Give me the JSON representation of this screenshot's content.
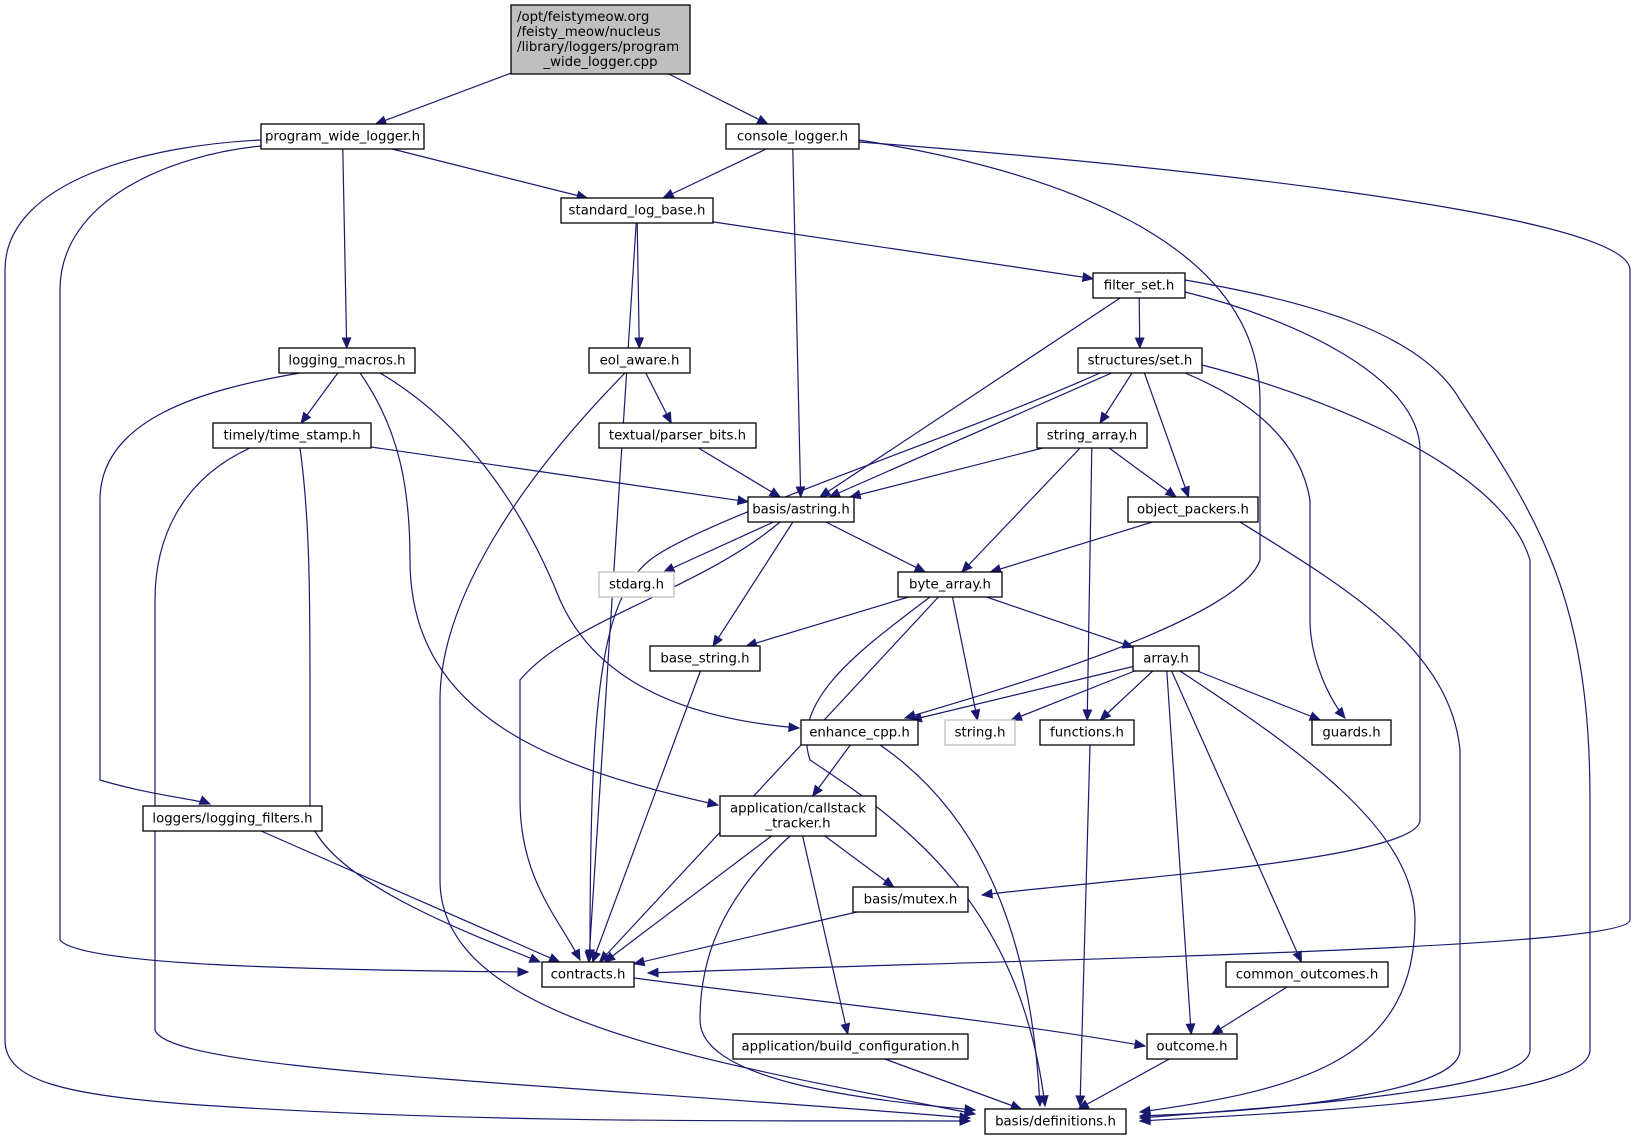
{
  "diagram": {
    "title": "Include dependency graph for program_wide_logger.cpp",
    "colors": {
      "edge": "#191970",
      "root_fill": "#bfbfbf",
      "system_border": "#bfbfbf",
      "node_border": "#000000"
    },
    "nodes": [
      {
        "id": "root",
        "lines": [
          "/opt/feistymeow.org",
          "/feisty_meow/nucleus",
          "/library/loggers/program",
          "_wide_logger.cpp"
        ],
        "kind": "root"
      },
      {
        "id": "program_wide_logger",
        "lines": [
          "program_wide_logger.h"
        ],
        "kind": "header"
      },
      {
        "id": "console_logger",
        "lines": [
          "console_logger.h"
        ],
        "kind": "header"
      },
      {
        "id": "standard_log_base",
        "lines": [
          "standard_log_base.h"
        ],
        "kind": "header"
      },
      {
        "id": "filter_set",
        "lines": [
          "filter_set.h"
        ],
        "kind": "header"
      },
      {
        "id": "logging_macros",
        "lines": [
          "logging_macros.h"
        ],
        "kind": "header"
      },
      {
        "id": "eol_aware",
        "lines": [
          "eol_aware.h"
        ],
        "kind": "header"
      },
      {
        "id": "structures_set",
        "lines": [
          "structures/set.h"
        ],
        "kind": "header"
      },
      {
        "id": "time_stamp",
        "lines": [
          "timely/time_stamp.h"
        ],
        "kind": "header"
      },
      {
        "id": "parser_bits",
        "lines": [
          "textual/parser_bits.h"
        ],
        "kind": "header"
      },
      {
        "id": "string_array",
        "lines": [
          "string_array.h"
        ],
        "kind": "header"
      },
      {
        "id": "astring",
        "lines": [
          "basis/astring.h"
        ],
        "kind": "header"
      },
      {
        "id": "object_packers",
        "lines": [
          "object_packers.h"
        ],
        "kind": "header"
      },
      {
        "id": "stdarg",
        "lines": [
          "stdarg.h"
        ],
        "kind": "system"
      },
      {
        "id": "byte_array",
        "lines": [
          "byte_array.h"
        ],
        "kind": "header"
      },
      {
        "id": "base_string",
        "lines": [
          "base_string.h"
        ],
        "kind": "header"
      },
      {
        "id": "array",
        "lines": [
          "array.h"
        ],
        "kind": "header"
      },
      {
        "id": "enhance_cpp",
        "lines": [
          "enhance_cpp.h"
        ],
        "kind": "header"
      },
      {
        "id": "string_h",
        "lines": [
          "string.h"
        ],
        "kind": "system"
      },
      {
        "id": "functions",
        "lines": [
          "functions.h"
        ],
        "kind": "header"
      },
      {
        "id": "guards",
        "lines": [
          "guards.h"
        ],
        "kind": "header"
      },
      {
        "id": "logging_filters",
        "lines": [
          "loggers/logging_filters.h"
        ],
        "kind": "header"
      },
      {
        "id": "callstack_tracker",
        "lines": [
          "application/callstack",
          "_tracker.h"
        ],
        "kind": "header"
      },
      {
        "id": "mutex",
        "lines": [
          "basis/mutex.h"
        ],
        "kind": "header"
      },
      {
        "id": "contracts",
        "lines": [
          "contracts.h"
        ],
        "kind": "header"
      },
      {
        "id": "common_outcomes",
        "lines": [
          "common_outcomes.h"
        ],
        "kind": "header"
      },
      {
        "id": "build_configuration",
        "lines": [
          "application/build_configuration.h"
        ],
        "kind": "header"
      },
      {
        "id": "outcome",
        "lines": [
          "outcome.h"
        ],
        "kind": "header"
      },
      {
        "id": "definitions",
        "lines": [
          "basis/definitions.h"
        ],
        "kind": "header"
      }
    ],
    "edges": [
      [
        "root",
        "program_wide_logger"
      ],
      [
        "root",
        "console_logger"
      ],
      [
        "program_wide_logger",
        "standard_log_base"
      ],
      [
        "program_wide_logger",
        "logging_macros"
      ],
      [
        "program_wide_logger",
        "contracts"
      ],
      [
        "program_wide_logger",
        "definitions"
      ],
      [
        "console_logger",
        "standard_log_base"
      ],
      [
        "console_logger",
        "astring"
      ],
      [
        "console_logger",
        "enhance_cpp"
      ],
      [
        "console_logger",
        "contracts"
      ],
      [
        "standard_log_base",
        "filter_set"
      ],
      [
        "standard_log_base",
        "eol_aware"
      ],
      [
        "standard_log_base",
        "contracts"
      ],
      [
        "filter_set",
        "structures_set"
      ],
      [
        "filter_set",
        "astring"
      ],
      [
        "filter_set",
        "mutex"
      ],
      [
        "filter_set",
        "definitions"
      ],
      [
        "logging_macros",
        "time_stamp"
      ],
      [
        "logging_macros",
        "logging_filters"
      ],
      [
        "logging_macros",
        "callstack_tracker"
      ],
      [
        "logging_macros",
        "enhance_cpp"
      ],
      [
        "eol_aware",
        "parser_bits"
      ],
      [
        "eol_aware",
        "definitions"
      ],
      [
        "structures_set",
        "string_array"
      ],
      [
        "structures_set",
        "astring"
      ],
      [
        "structures_set",
        "object_packers"
      ],
      [
        "structures_set",
        "guards"
      ],
      [
        "structures_set",
        "contracts"
      ],
      [
        "structures_set",
        "definitions"
      ],
      [
        "time_stamp",
        "astring"
      ],
      [
        "time_stamp",
        "contracts"
      ],
      [
        "time_stamp",
        "definitions"
      ],
      [
        "parser_bits",
        "astring"
      ],
      [
        "string_array",
        "astring"
      ],
      [
        "string_array",
        "object_packers"
      ],
      [
        "string_array",
        "byte_array"
      ],
      [
        "string_array",
        "functions"
      ],
      [
        "astring",
        "stdarg"
      ],
      [
        "astring",
        "byte_array"
      ],
      [
        "astring",
        "base_string"
      ],
      [
        "astring",
        "contracts"
      ],
      [
        "object_packers",
        "byte_array"
      ],
      [
        "object_packers",
        "definitions"
      ],
      [
        "byte_array",
        "base_string"
      ],
      [
        "byte_array",
        "array"
      ],
      [
        "byte_array",
        "string_h"
      ],
      [
        "byte_array",
        "contracts"
      ],
      [
        "byte_array",
        "definitions"
      ],
      [
        "base_string",
        "contracts"
      ],
      [
        "array",
        "enhance_cpp"
      ],
      [
        "array",
        "string_h"
      ],
      [
        "array",
        "functions"
      ],
      [
        "array",
        "guards"
      ],
      [
        "array",
        "outcome"
      ],
      [
        "array",
        "common_outcomes"
      ],
      [
        "array",
        "definitions"
      ],
      [
        "enhance_cpp",
        "callstack_tracker"
      ],
      [
        "enhance_cpp",
        "definitions"
      ],
      [
        "functions",
        "definitions"
      ],
      [
        "logging_filters",
        "contracts"
      ],
      [
        "callstack_tracker",
        "mutex"
      ],
      [
        "callstack_tracker",
        "contracts"
      ],
      [
        "callstack_tracker",
        "build_configuration"
      ],
      [
        "callstack_tracker",
        "definitions"
      ],
      [
        "mutex",
        "contracts"
      ],
      [
        "contracts",
        "outcome"
      ],
      [
        "common_outcomes",
        "outcome"
      ],
      [
        "build_configuration",
        "definitions"
      ],
      [
        "outcome",
        "definitions"
      ]
    ]
  }
}
